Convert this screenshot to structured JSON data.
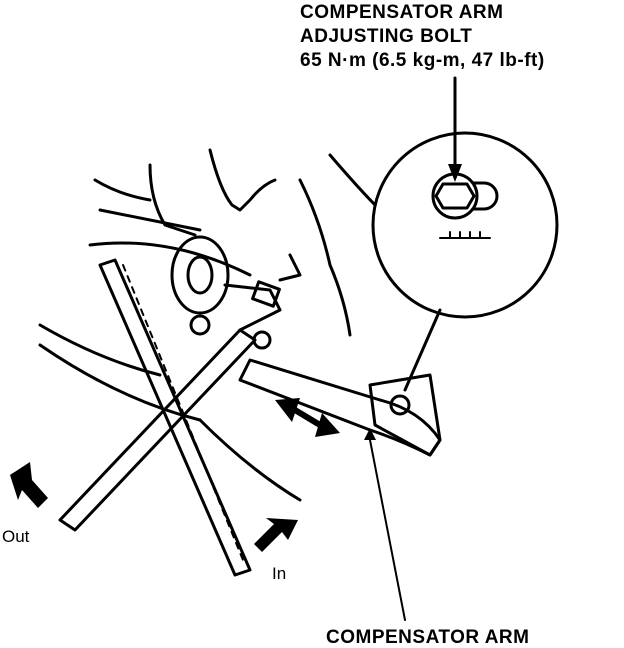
{
  "callouts": {
    "bolt_line1": "COMPENSATOR ARM",
    "bolt_line2": "ADJUSTING BOLT",
    "bolt_line3": "65 N·m (6.5 kg-m, 47 lb-ft)",
    "arm_label": "COMPENSATOR ARM",
    "out_label": "Out",
    "in_label": "In"
  },
  "colors": {
    "ink": "#000000",
    "paper": "#ffffff"
  }
}
